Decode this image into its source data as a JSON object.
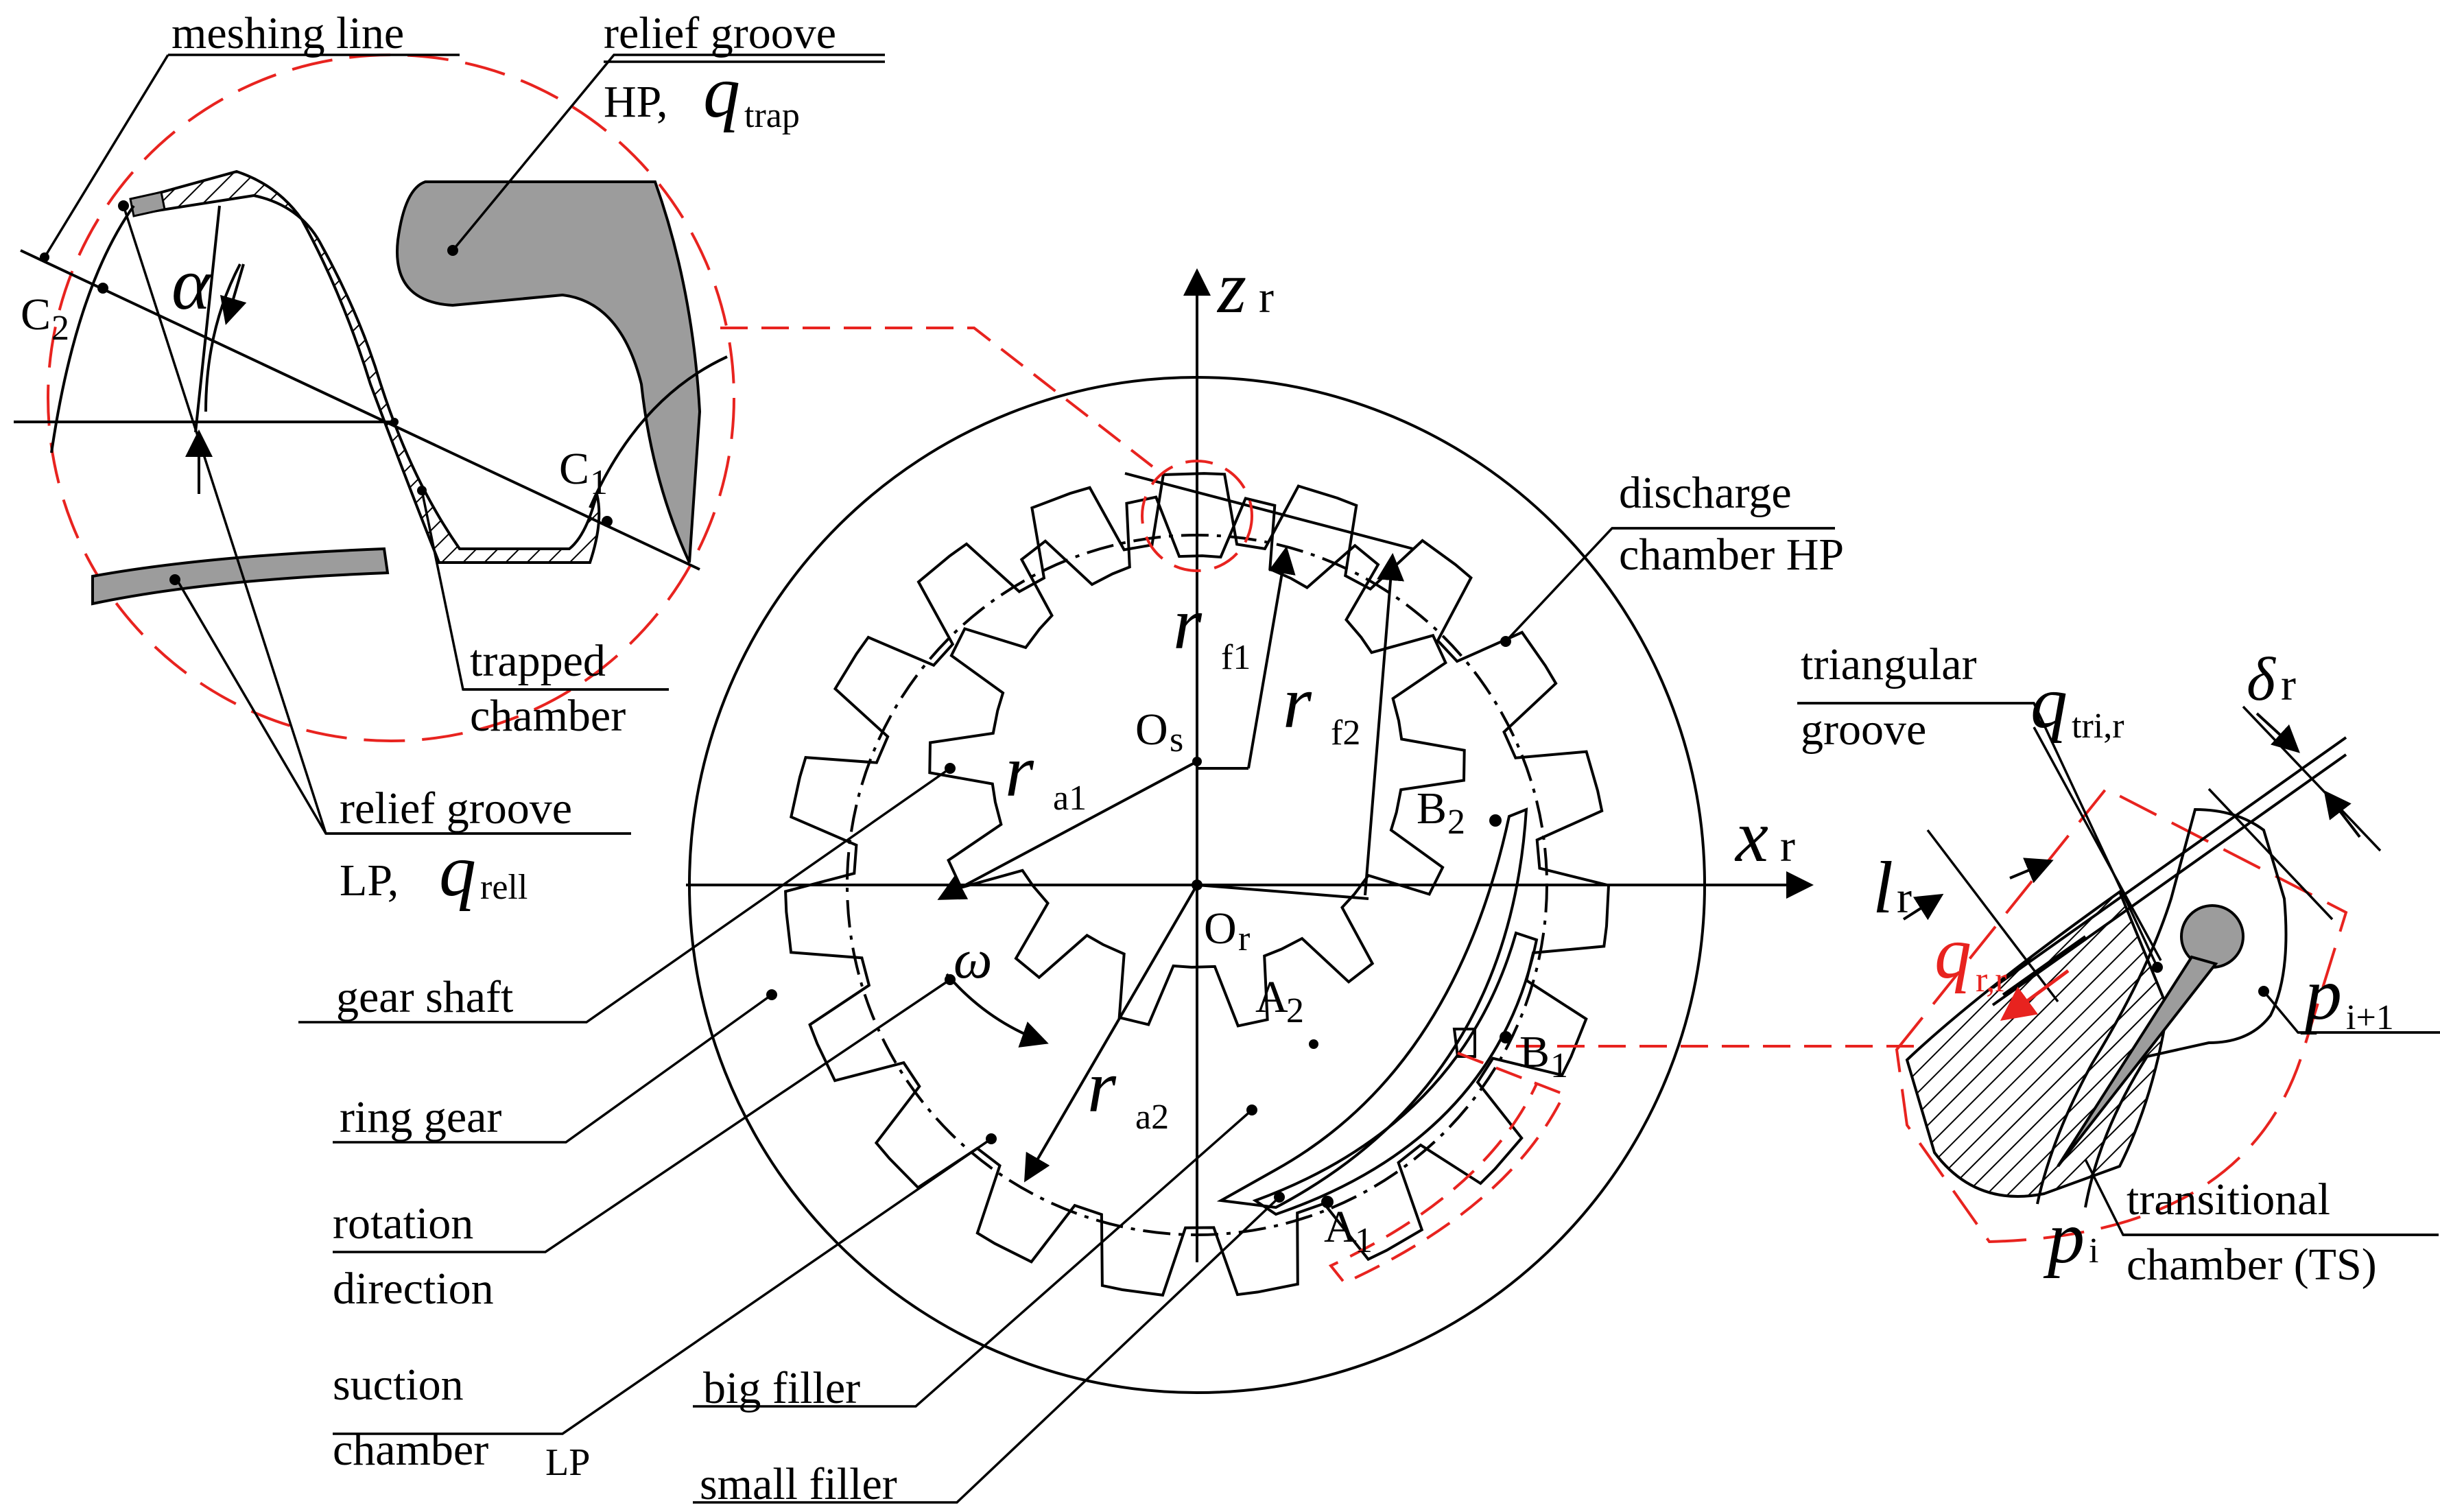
{
  "labels": {
    "meshing_line": "meshing line",
    "relief_groove_hp_1": "relief groove",
    "relief_groove_hp_2": "HP, ",
    "q_trap_sym": "q",
    "q_trap_sub": "trap",
    "trapped_chamber_1": "trapped",
    "trapped_chamber_2": "chamber",
    "relief_groove_lp_1": "relief groove",
    "relief_groove_lp_2": "LP, ",
    "q_rell_sym": "q",
    "q_rell_sub": "rell",
    "discharge_1": "discharge",
    "discharge_2": "chamber HP",
    "gear_shaft": "gear shaft",
    "ring_gear": "ring gear",
    "rotation_1": "rotation",
    "rotation_2": "direction",
    "suction_1": "suction",
    "suction_2": "chamber",
    "suction_lp": "LP",
    "big_filler": "big filler",
    "small_filler": "small filler",
    "triangular_1": "triangular",
    "triangular_2": "groove",
    "q_tri_sym": "q",
    "q_tri_sub": "tri,r",
    "delta_sym": "δ",
    "delta_sub": "r",
    "l_sym": "l",
    "l_sub": "r",
    "qrr_sym": "q",
    "qrr_sub": "r,r",
    "p_i1_sym": "p",
    "p_i1_sub": "i+1",
    "p_i_sym": "p",
    "p_i_sub": "i",
    "transitional_1": "transitional",
    "transitional_2": "chamber (TS)"
  },
  "symbols": {
    "alpha": "α",
    "omega": "ω",
    "z_axis": "z",
    "z_sub": "r",
    "x_axis": "x",
    "x_sub": "r",
    "rf1": "r",
    "rf1_sub": "f1",
    "rf2": "r",
    "rf2_sub": "f2",
    "ra1": "r",
    "ra1_sub": "a1",
    "ra2": "r",
    "ra2_sub": "a2"
  },
  "points": {
    "C2": "C",
    "C2_sub": "2",
    "C1": "C",
    "C1_sub": "1",
    "Os": "O",
    "Os_sub": "s",
    "Or": "O",
    "Or_sub": "r",
    "B2": "B",
    "B2_sub": "2",
    "B1": "B",
    "B1_sub": "1",
    "A2": "A",
    "A2_sub": "2",
    "A1": "A",
    "A1_sub": "1"
  },
  "colors": {
    "line": "#000000",
    "highlight": "#e8231f",
    "fill": "#9c9c9c"
  }
}
